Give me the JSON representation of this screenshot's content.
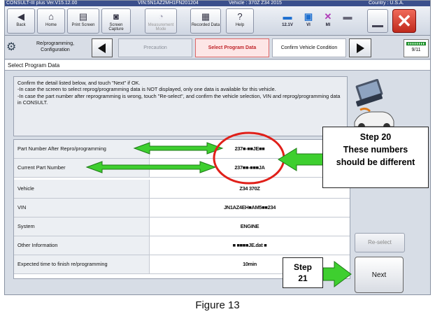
{
  "titlebar": {
    "app": "CONSULT-III plus   Ver.V15.12.00",
    "vin": "VIN:5N1AZ2MH1FN201204",
    "vehicle": "Vehicle : 370Z Z34 2015",
    "country": "Country : U.S.A."
  },
  "toolbar": {
    "back": "Back",
    "home": "Home",
    "print_screen": "Print Screen",
    "screen_capture": "Screen Capture",
    "measurement_mode": "Measurement Mode",
    "recorded_data": "Recorded Data",
    "help": "Help",
    "voltage": "12.1V",
    "vi": "VI",
    "mi": "MI"
  },
  "breadcrumb": {
    "mode_label": "Re/programming, Configuration",
    "steps": [
      "Precaution",
      "Select Program Data",
      "Confirm Vehicle Condition"
    ],
    "page": "9/11"
  },
  "section_title": "Select Program Data",
  "instructions": [
    "Confirm the detail listed below, and touch \"Next\" if OK.",
    "-In case the screen to select reprog/programming data is NOT displayed, only one data is available for this vehicle.",
    "-In case the part number after reprogramming is wrong, touch \"Re-select\", and confirm the vehicle selection, VIN and reprog/programming data in CONSULT."
  ],
  "table": {
    "rows": [
      {
        "label": "Part Number After Repro/programming",
        "value": "237■-■■JE■■"
      },
      {
        "label": "Current Part Number",
        "value": "237■■-■■■JA"
      },
      {
        "label": "Vehicle",
        "value": "Z34  370Z"
      },
      {
        "label": "VIN",
        "value": "JN1AZ4EH■AM5■■234"
      },
      {
        "label": "System",
        "value": "ENGINE"
      },
      {
        "label": "Other Information",
        "value": "■  ■■■■JE.dat ■"
      },
      {
        "label": "Expected time to finish re/programming",
        "value": "10min"
      }
    ]
  },
  "buttons": {
    "reselect": "Re-select",
    "next": "Next"
  },
  "annotations": {
    "step20_title": "Step 20",
    "step20_line1": "These numbers",
    "step20_line2": "should be different",
    "step21_line1": "Step",
    "step21_line2": "21"
  },
  "caption": "Figure 13",
  "colors": {
    "title_bar": "#3a4f8c",
    "active_step": "#c0252a",
    "arrow_green": "#3ecf2f",
    "circle_red": "#e0201a",
    "close_red": "#c02a1c"
  },
  "icons": {
    "back": "back-arrow-icon",
    "home": "home-icon",
    "print": "printer-icon",
    "capture": "camera-icon",
    "measurement": "meter-icon",
    "recorded": "folder-icon",
    "help": "help-icon",
    "battery": "battery-icon",
    "vi": "vehicle-interface-icon",
    "mi": "mi-disconnected-icon"
  }
}
